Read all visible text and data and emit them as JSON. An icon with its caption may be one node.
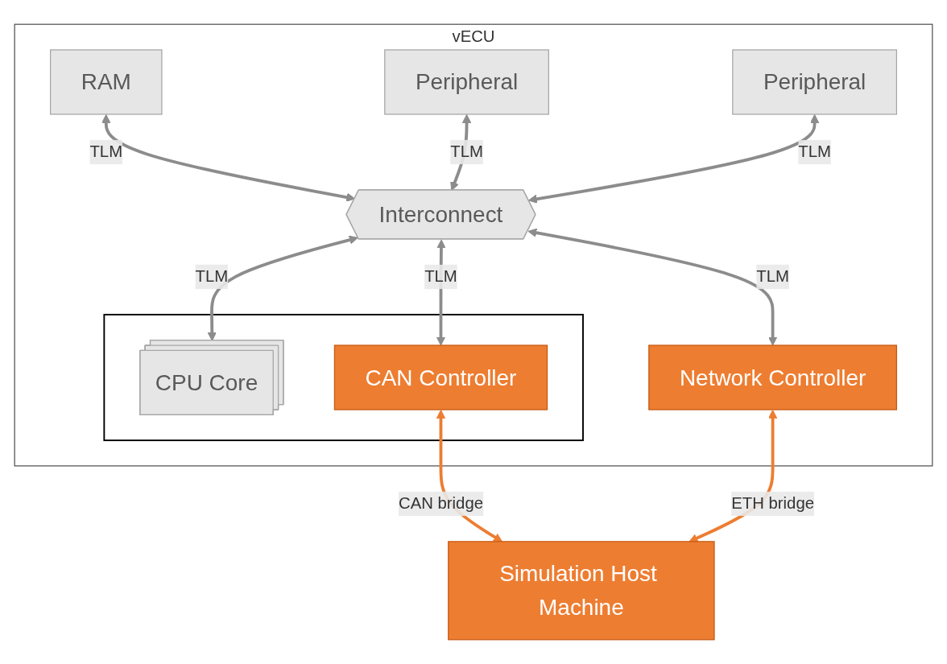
{
  "diagram": {
    "nodes": [
      {
        "text": [
          "vECU"
        ]
      },
      {
        "text": [
          "RAM"
        ],
        "in": 0
      },
      {
        "text": [
          "Peripheral"
        ],
        "in": 0
      },
      {
        "text": [
          "Peripheral"
        ],
        "in": 0
      },
      {
        "text": [
          "Interconnect"
        ],
        "in": 0
      },
      {
        "text": [],
        "shape": "box",
        "in": 0
      },
      {
        "text": [
          "CPU Core"
        ],
        "in": 5
      },
      {
        "text": [
          "CAN Controller"
        ],
        "in": 5
      },
      {
        "text": [
          "Network Controller"
        ],
        "in": 0
      },
      {
        "text": [
          "Simulation Host Machine"
        ]
      }
    ],
    "edges": [
      {
        "from": 1,
        "to": 4,
        "arrow": "both",
        "label": "TLM"
      },
      {
        "from": 2,
        "to": 4,
        "arrow": "both",
        "label": "TLM"
      },
      {
        "from": 3,
        "to": 4,
        "arrow": "both",
        "label": "TLM"
      },
      {
        "from": 4,
        "to": 6,
        "arrow": "both",
        "label": "TLM"
      },
      {
        "from": 4,
        "to": 7,
        "arrow": "both",
        "label": "TLM"
      },
      {
        "from": 4,
        "to": 8,
        "arrow": "both",
        "label": "TLM"
      },
      {
        "from": 7,
        "to": 9,
        "arrow": "both",
        "label": "CAN bridge",
        "color": "#ed7d31"
      },
      {
        "from": 8,
        "to": 9,
        "arrow": "both",
        "label": "ETH bridge",
        "color": "#ed7d31"
      }
    ]
  }
}
